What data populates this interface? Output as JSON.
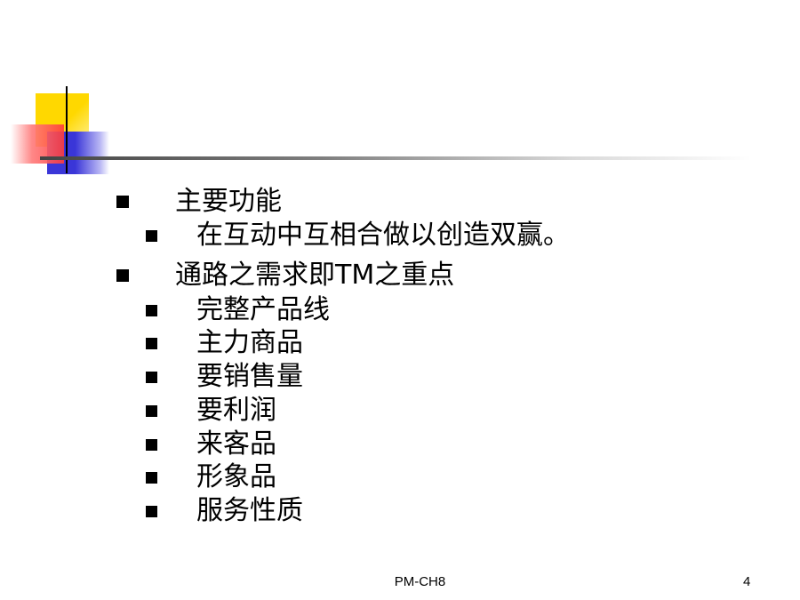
{
  "slide": {
    "bullets": [
      {
        "level": 1,
        "text": "主要功能"
      },
      {
        "level": 2,
        "text": "在互动中互相合做以创造双赢。"
      },
      {
        "level": 1,
        "text": "通路之需求即TM之重点"
      },
      {
        "level": 2,
        "text": "完整产品线"
      },
      {
        "level": 2,
        "text": "主力商品"
      },
      {
        "level": 2,
        "text": "要销售量"
      },
      {
        "level": 2,
        "text": "要利润"
      },
      {
        "level": 2,
        "text": "来客品"
      },
      {
        "level": 2,
        "text": "形象品"
      },
      {
        "level": 2,
        "text": "服务性质"
      }
    ],
    "footer": "PM-CH8",
    "page_number": "4"
  }
}
